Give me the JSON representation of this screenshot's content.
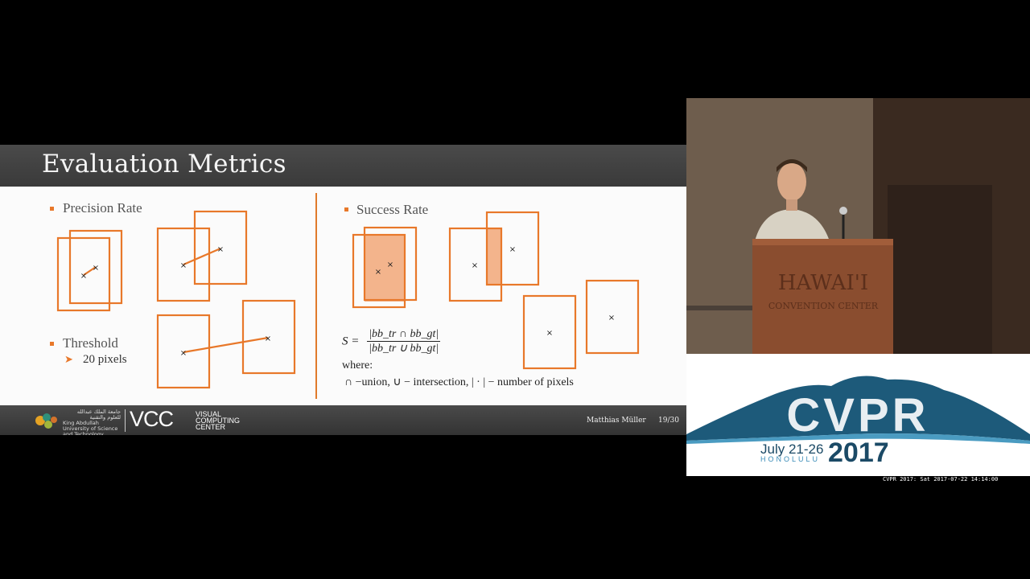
{
  "slide": {
    "title": "Evaluation Metrics",
    "left_section": {
      "bullet1": "Precision Rate",
      "bullet2": "Threshold",
      "sub_bullet": "20 pixels"
    },
    "right_section": {
      "bullet1": "Success Rate",
      "formula_lhs": "S =",
      "formula_numerator": "|bb_tr ∩ bb_gt|",
      "formula_denominator": "|bb_tr ∪ bb_gt|",
      "where_label": "where:",
      "legend": "∩ −union, ∪ − intersection, | · | − number of pixels"
    },
    "footer": {
      "kaust_arabic": "جامعة الملك عبدالله للعلوم والتقنية",
      "kaust_english": "King Abdullah University of Science and Technology",
      "vcc": "VCC",
      "vcc_sub1": "VISUAL",
      "vcc_sub2": "COMPUTING",
      "vcc_sub3": "CENTER",
      "presenter": "Matthias Müller",
      "page": "19/30"
    },
    "marker": "×",
    "accent_color": "#e8782a"
  },
  "camera": {
    "podium_text1": "HAWAI'I",
    "podium_text2": "CONVENTION CENTER"
  },
  "cvpr": {
    "logo": "CVPR",
    "dates": "July 21-26",
    "city": "HONOLULU",
    "year": "2017"
  },
  "caption": "CVPR 2017: Sat 2017-07-22 14:14:00"
}
